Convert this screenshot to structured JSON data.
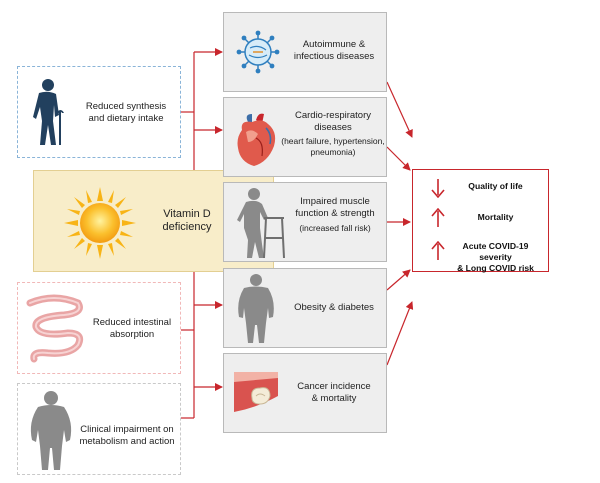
{
  "left": {
    "synthesis_label": "Reduced synthesis\nand dietary intake",
    "vitd_label": "Vitamin D\ndeficiency",
    "intestinal_label": "Reduced intestinal\nabsorption",
    "impairment_label": "Clinical impairment on\nmetabolism and action"
  },
  "middle": [
    {
      "label": "Autoimmune &\ninfectious diseases",
      "sub": "",
      "icon": "virus-icon"
    },
    {
      "label": "Cardio-respiratory\ndiseases",
      "sub": "(heart failure, hypertension,\npneumonia)",
      "icon": "heart-icon"
    },
    {
      "label": "Impaired muscle\nfunction & strength",
      "sub": "(increased fall risk)",
      "icon": "walker-person-icon"
    },
    {
      "label": "Obesity & diabetes",
      "sub": "",
      "icon": "obese-person-icon"
    },
    {
      "label": "Cancer incidence\n& mortality",
      "sub": "",
      "icon": "tumor-icon"
    }
  ],
  "outcomes": [
    {
      "direction": "down",
      "label": "Quality of life"
    },
    {
      "direction": "up",
      "label": "Mortality"
    },
    {
      "direction": "up",
      "label": "Acute COVID-19 severity\n& Long COVID risk"
    }
  ],
  "colors": {
    "arrow": "#c8262c",
    "vitd_fill": "#f8edc9",
    "middle_fill": "#eeeeee",
    "figure_navy": "#22405e",
    "figure_grey": "#8a8a8a"
  }
}
